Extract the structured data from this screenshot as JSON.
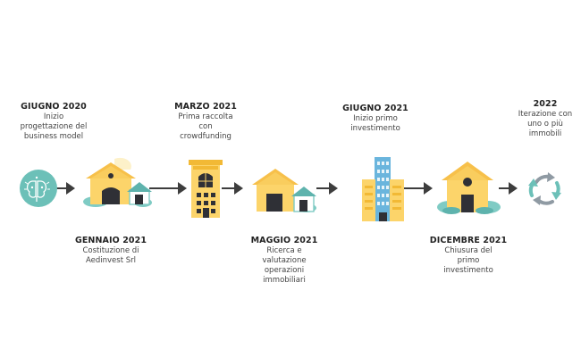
{
  "colors": {
    "line": "#3d3d3d",
    "yellow": "#fcd46a",
    "yellow_dark": "#f2b935",
    "roof": "#f7c04a",
    "door": "#2f3036",
    "teal": "#7fcbc4",
    "teal_dark": "#5eb3ad",
    "blue": "#6ab5dd",
    "cycle_grey": "#8f9aa3",
    "cycle_teal": "#6cc0b8"
  },
  "milestones": [
    {
      "id": "m1",
      "date": "GIUGNO 2020",
      "desc": [
        "Inizio",
        "progettazione del",
        "business model"
      ],
      "icon": "brain-icon"
    },
    {
      "id": "m2",
      "date": "GENNAIO 2021",
      "desc": [
        "Costituzione di",
        "Aedinvest Srl"
      ],
      "icon": "houses-icon"
    },
    {
      "id": "m3",
      "date": "MARZO 2021",
      "desc": [
        "Prima raccolta",
        "con",
        "crowdfunding"
      ],
      "icon": "tower-icon"
    },
    {
      "id": "m4",
      "date": "MAGGIO 2021",
      "desc": [
        "Ricerca e",
        "valutazione",
        "operazioni",
        "immobiliari"
      ],
      "icon": "house-icon"
    },
    {
      "id": "m5",
      "date": "GIUGNO 2021",
      "desc": [
        "Inizio primo",
        "investimento"
      ],
      "icon": "skyscraper-icon"
    },
    {
      "id": "m6",
      "date": "DICEMBRE 2021",
      "desc": [
        "Chiusura del",
        "primo",
        "investimento"
      ],
      "icon": "home-icon"
    },
    {
      "id": "m7",
      "date": "2022",
      "desc": [
        "Iterazione con",
        "uno o più",
        "immobili"
      ],
      "icon": "cycle-icon"
    }
  ]
}
